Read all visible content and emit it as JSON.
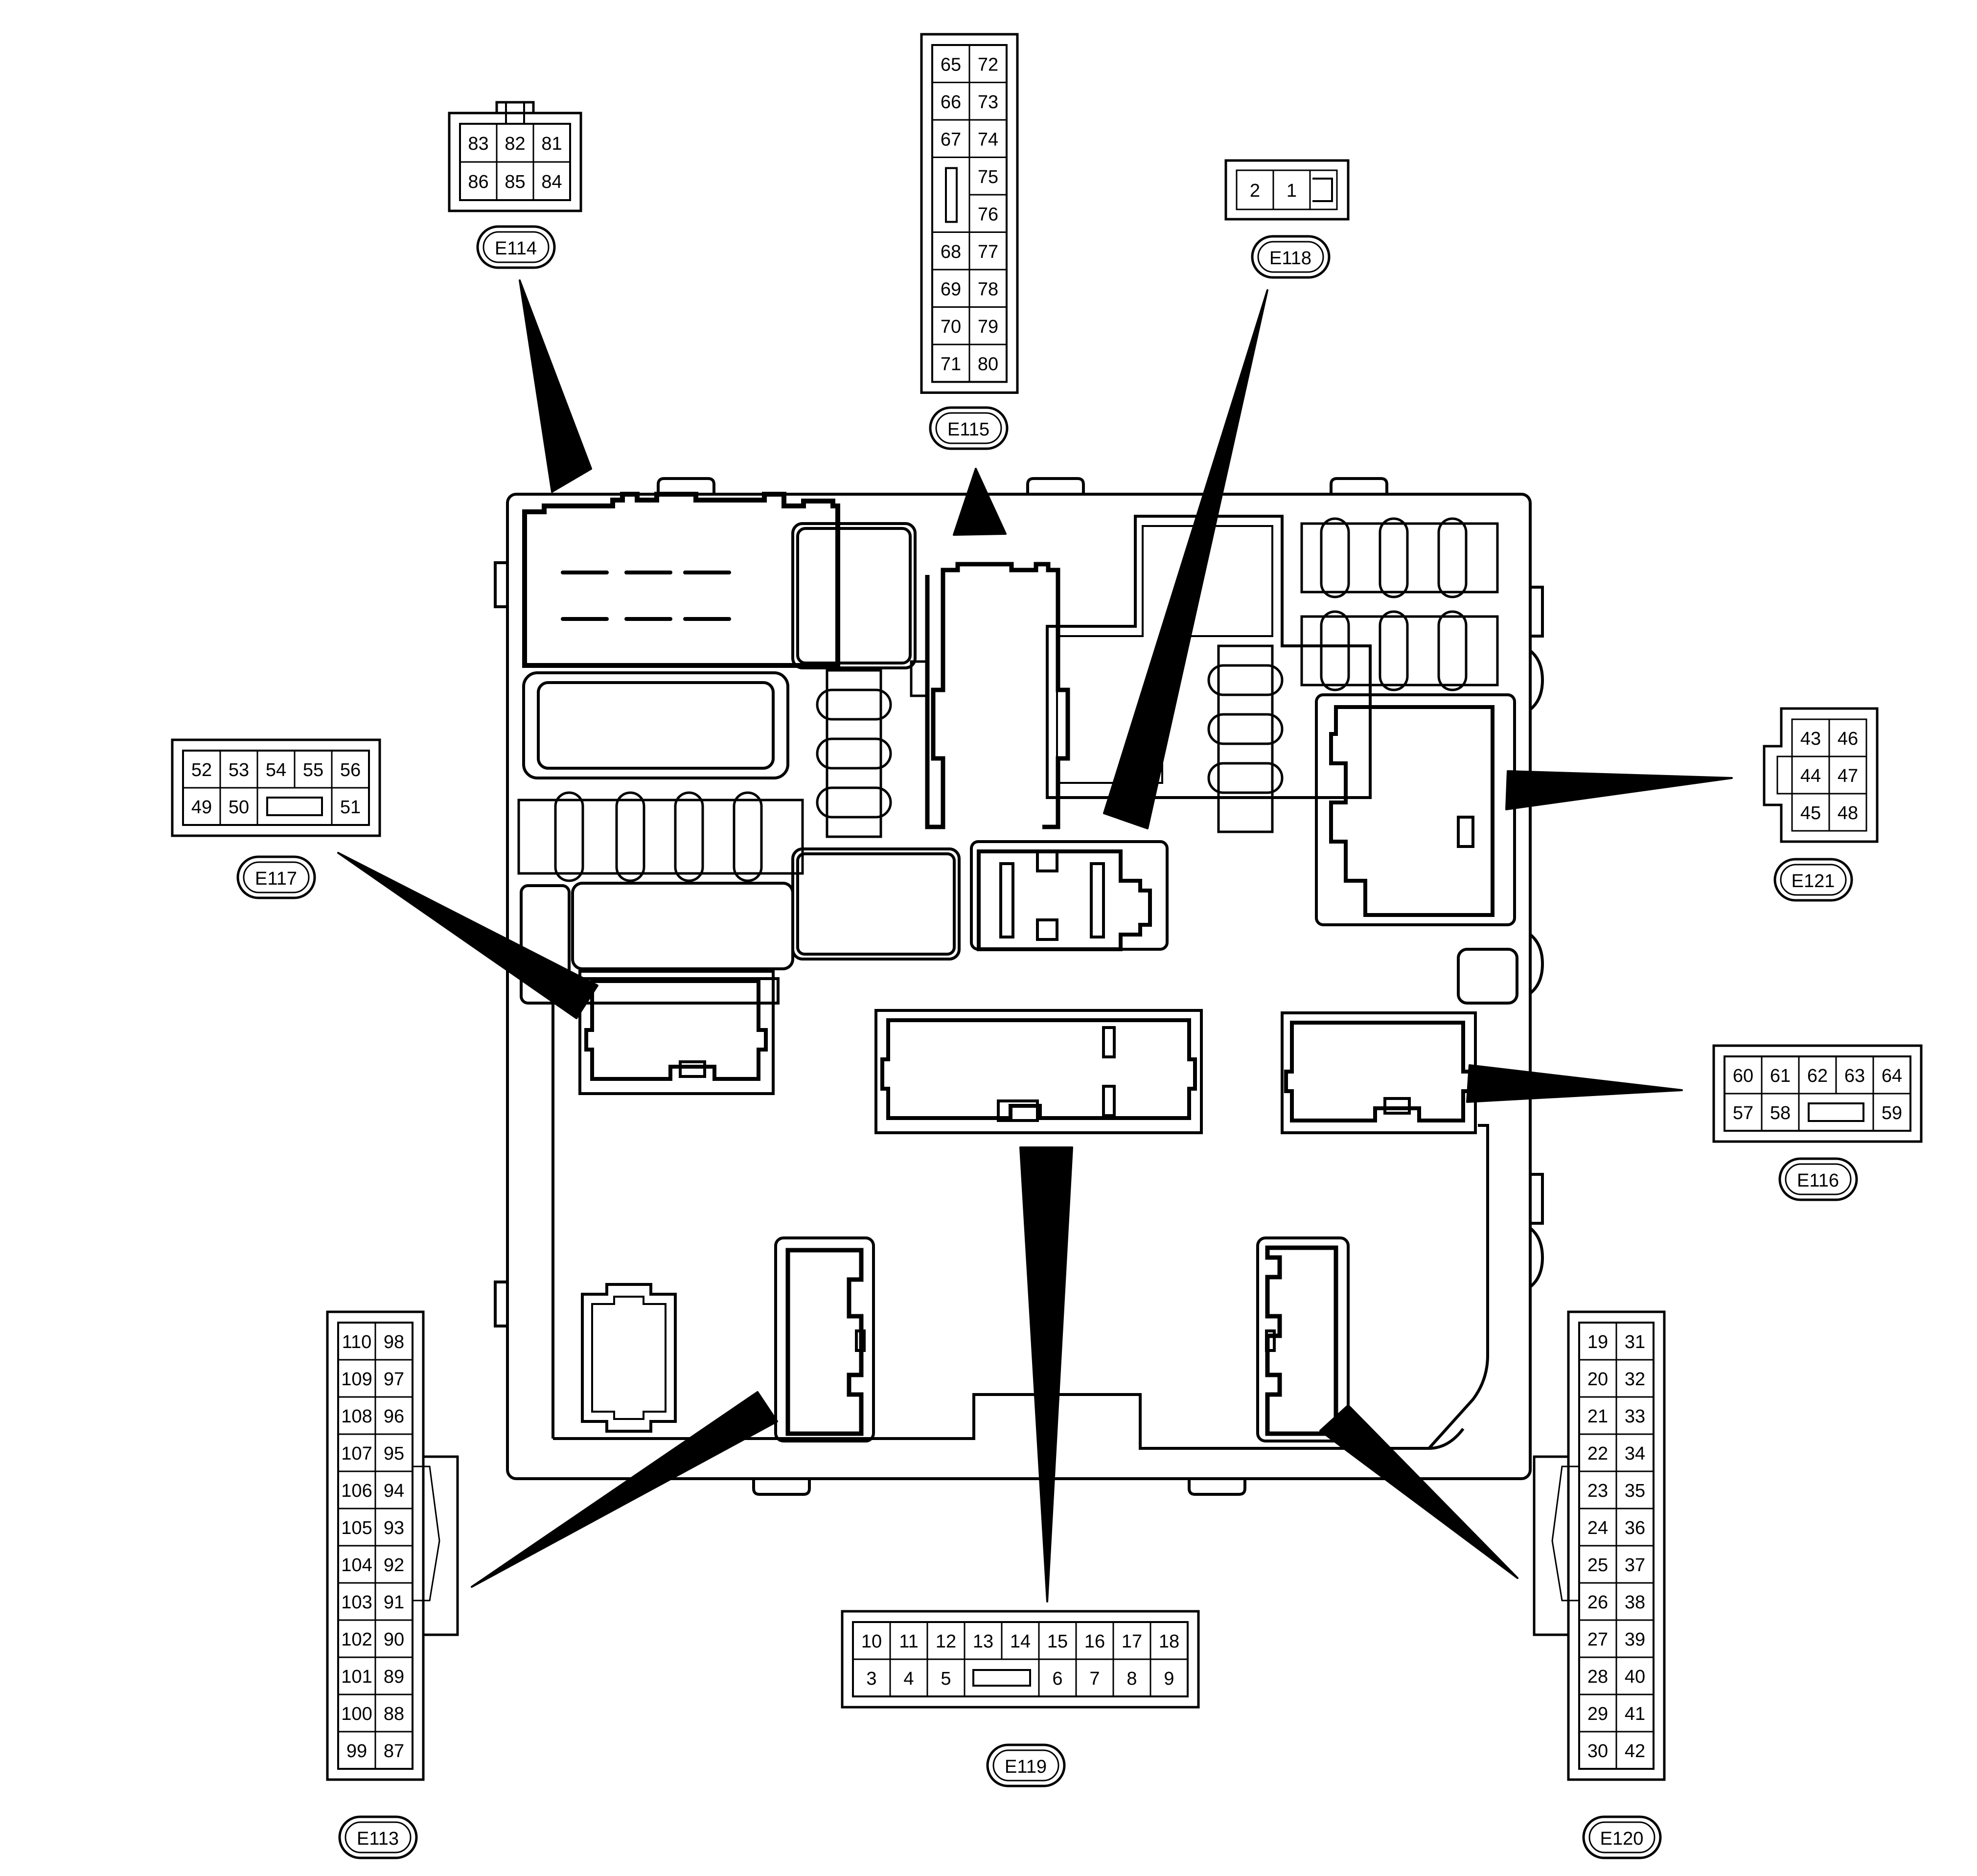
{
  "connectors": {
    "E114": {
      "label": "E114",
      "rows": [
        [
          "83",
          "82",
          "81"
        ],
        [
          "86",
          "85",
          "84"
        ]
      ]
    },
    "E115": {
      "label": "E115",
      "rows": [
        [
          "65",
          "72"
        ],
        [
          "66",
          "73"
        ],
        [
          "67",
          "74"
        ],
        [
          "",
          "75"
        ],
        [
          "",
          "76"
        ],
        [
          "68",
          "77"
        ],
        [
          "69",
          "78"
        ],
        [
          "70",
          "79"
        ],
        [
          "71",
          "80"
        ]
      ]
    },
    "E118": {
      "label": "E118",
      "rows": [
        [
          "2",
          "1"
        ]
      ]
    },
    "E117": {
      "label": "E117",
      "rows": [
        [
          "52",
          "53",
          "54",
          "55",
          "56"
        ],
        [
          "49",
          "50",
          "",
          "51"
        ]
      ]
    },
    "E121": {
      "label": "E121",
      "rows": [
        [
          "43",
          "46"
        ],
        [
          "44",
          "47"
        ],
        [
          "45",
          "48"
        ]
      ]
    },
    "E116": {
      "label": "E116",
      "rows": [
        [
          "60",
          "61",
          "62",
          "63",
          "64"
        ],
        [
          "57",
          "58",
          "",
          "59"
        ]
      ]
    },
    "E113": {
      "label": "E113",
      "rows": [
        [
          "110",
          "98"
        ],
        [
          "109",
          "97"
        ],
        [
          "108",
          "96"
        ],
        [
          "107",
          "95"
        ],
        [
          "106",
          "94"
        ],
        [
          "105",
          "93"
        ],
        [
          "104",
          "92"
        ],
        [
          "103",
          "91"
        ],
        [
          "102",
          "90"
        ],
        [
          "101",
          "89"
        ],
        [
          "100",
          "88"
        ],
        [
          "99",
          "87"
        ]
      ]
    },
    "E119": {
      "label": "E119",
      "rows": [
        [
          "10",
          "11",
          "12",
          "13",
          "14",
          "15",
          "16",
          "17",
          "18"
        ],
        [
          "3",
          "4",
          "5",
          "",
          "6",
          "7",
          "8",
          "9"
        ]
      ]
    },
    "E120": {
      "label": "E120",
      "rows": [
        [
          "19",
          "31"
        ],
        [
          "20",
          "32"
        ],
        [
          "21",
          "33"
        ],
        [
          "22",
          "34"
        ],
        [
          "23",
          "35"
        ],
        [
          "24",
          "36"
        ],
        [
          "25",
          "37"
        ],
        [
          "26",
          "38"
        ],
        [
          "27",
          "39"
        ],
        [
          "28",
          "40"
        ],
        [
          "29",
          "41"
        ],
        [
          "30",
          "42"
        ]
      ]
    }
  },
  "colors": {
    "line": "#000000",
    "background": "#ffffff"
  }
}
